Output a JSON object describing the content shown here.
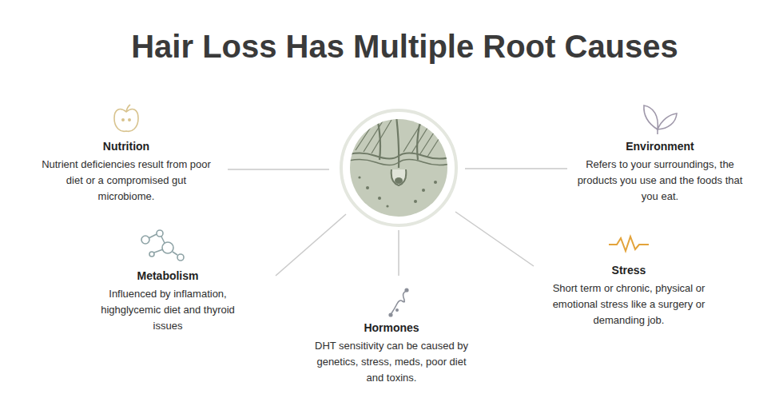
{
  "diagram": {
    "title": "Hair Loss Has Multiple Root Causes",
    "nodes": [
      {
        "text": [
          "Nutrition",
          "Nutrient deficiencies result from poor diet or a compromised gut microbiome."
        ]
      },
      {
        "text": [
          "Environment",
          "Refers to your surroundings, the products you use and the foods that you eat."
        ]
      },
      {
        "text": [
          "Metabolism",
          "Influenced by inflamation, highglycemic diet and thyroid issues"
        ]
      },
      {
        "text": [
          "Stress",
          "Short term or chronic, physical or emotional stress like a surgery or demanding job."
        ]
      },
      {
        "text": [
          "Hormones",
          "DHT sensitivity can be caused by genetics, stress, meds, poor diet and toxins."
        ]
      }
    ]
  }
}
